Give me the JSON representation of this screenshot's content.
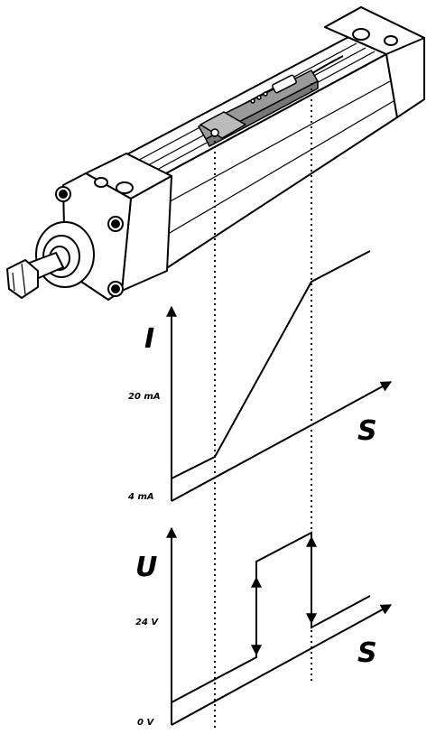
{
  "current_plot": {
    "axis_label": "I",
    "x_axis_label": "S",
    "tick_high": "20 mA",
    "tick_low": "4 mA"
  },
  "voltage_plot": {
    "axis_label": "U",
    "x_axis_label": "S",
    "tick_high": "24 V",
    "tick_low": "0 V"
  },
  "colors": {
    "line": "#000000",
    "cylinder_fill": "#ffffff",
    "sensor_fill": "#9a9a9a"
  }
}
